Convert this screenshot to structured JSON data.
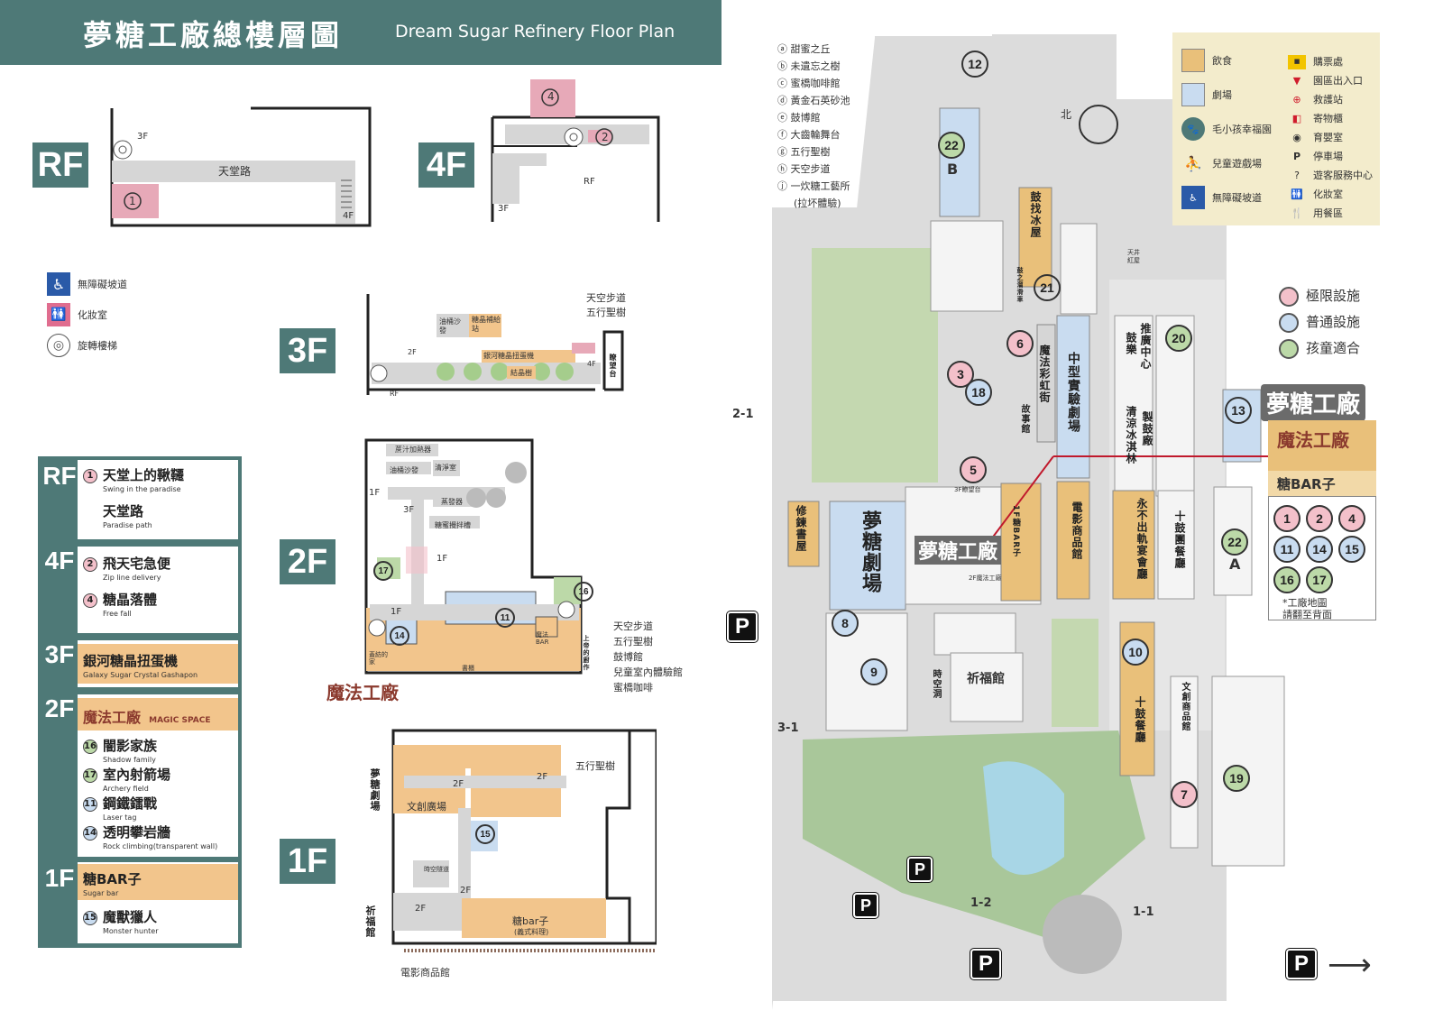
{
  "header": {
    "title_zh": "夢糖工廠總樓層圖",
    "title_en": "Dream Sugar Refinery Floor Plan"
  },
  "floors": {
    "rf": "RF",
    "f4": "4F",
    "f3": "3F",
    "f2": "2F",
    "f1": "1F"
  },
  "rf_plan": {
    "path_label": "天堂路",
    "up_3f": "3F",
    "down_4f": "4F",
    "num": "1"
  },
  "f4_plan": {
    "num_top": "4",
    "num_2": "2",
    "to_rf": "RF",
    "to_3f": "3F"
  },
  "f3_plan": {
    "oil_sofa": "油桶沙發",
    "candy_station": "糖晶補給站",
    "gashapon": "銀河糖晶扭蛋機",
    "crystal_tree": "結晶樹",
    "stair_2f": "2F",
    "stair_4f": "4F",
    "to_rf": "RF",
    "observation": "瞭望台",
    "sky_walk": "天空步道",
    "five_tree": "五行聖樹"
  },
  "f2_plan": {
    "juice_heater": "蔗汁加熱器",
    "oil_sofa": "油桶沙發",
    "cleaner": "清淨室",
    "evaporator": "蒸發器",
    "sugar_mixer": "糖蜜攪拌槽",
    "up_3f": "3F",
    "down_1f_a": "1F",
    "down_1f_b": "1F",
    "down_1f_c": "1F",
    "n17": "17",
    "n16": "16",
    "n11": "11",
    "n14": "14",
    "magic_bar": "魔法BAR",
    "climb_home": "蓋紡的家",
    "bookcase": "書櫃",
    "upper_mom": "上帝的廚作",
    "magic_factory": "魔法工廠",
    "right_labels": [
      "天空步道",
      "五行聖樹",
      "鼓博館",
      "兒童室內體驗館",
      "蜜橋咖啡"
    ]
  },
  "f1_plan": {
    "dream_theater": "夢糖劇場",
    "culture_square": "文創廣場",
    "up_2f_a": "2F",
    "up_2f_b": "2F",
    "up_2f_c": "2F",
    "up_2f_d": "2F",
    "n15": "15",
    "tunnel": "時空隧道",
    "sugar_bar": "糖bar子",
    "sugar_bar_sub": "(義式料理)",
    "five_tree": "五行聖樹",
    "prayer_hall": "祈福館",
    "movie_shop": "電影商品館"
  },
  "left_legend": [
    {
      "icon": "wheelchair-icon",
      "label": "無障礙坡道"
    },
    {
      "icon": "restroom-icon",
      "label": "化妝室"
    },
    {
      "icon": "spiral-stair-icon",
      "label": "旋轉樓梯"
    }
  ],
  "directory": {
    "rf": [
      {
        "num": "1",
        "zh": "天堂上的鞦韆",
        "en": "Swing in the paradise"
      },
      {
        "num": "",
        "zh": "天堂路",
        "en": "Paradise path"
      }
    ],
    "f4": [
      {
        "num": "2",
        "zh": "飛天宅急便",
        "en": "Zip line delivery"
      },
      {
        "num": "4",
        "zh": "糖晶落體",
        "en": "Free fall"
      }
    ],
    "f3": [
      {
        "zh": "銀河糖晶扭蛋機",
        "en": "Galaxy Sugar Crystal Gashapon"
      }
    ],
    "f2_header": "魔法工廠",
    "f2_header_en": "MAGIC SPACE",
    "f2": [
      {
        "num": "16",
        "zh": "闇影家族",
        "en": "Shadow family"
      },
      {
        "num": "17",
        "zh": "室內射箭場",
        "en": "Archery field"
      },
      {
        "num": "11",
        "zh": "鋼鐵鐳戰",
        "en": "Laser tag"
      },
      {
        "num": "14",
        "zh": "透明攀岩牆",
        "en": "Rock climbing(transparent wall)"
      }
    ],
    "f1": [
      {
        "zh": "糖BAR子",
        "en": "Sugar bar"
      },
      {
        "num": "15",
        "zh": "魔獸獵人",
        "en": "Monster hunter"
      }
    ]
  },
  "map": {
    "letter_legend": [
      "ⓐ 甜蜜之丘",
      "ⓑ 未遺忘之樹",
      "ⓒ 蜜橋咖啡館",
      "ⓓ 黃金石英砂池",
      "ⓔ 鼓博館",
      "ⓕ 大齒輪舞台",
      "ⓖ 五行聖樹",
      "ⓗ 天空步道",
      "ⓙ 一炊糖工藝所",
      "(拉坏體驗)"
    ],
    "icon_legend": [
      {
        "icon": "dining-icon",
        "label": "飲食"
      },
      {
        "icon": "theater-icon",
        "label": "劇場"
      },
      {
        "icon": "pet-icon",
        "label": "毛小孩幸福園"
      },
      {
        "icon": "playground-icon",
        "label": "兒童遊戲場"
      },
      {
        "icon": "wheelchair-icon",
        "label": "無障礙坡道"
      },
      {
        "icon": "ticket-icon",
        "label": "購票處"
      },
      {
        "icon": "entrance-icon",
        "label": "園區出入口"
      },
      {
        "icon": "first-aid-icon",
        "label": "救護站"
      },
      {
        "icon": "locker-icon",
        "label": "寄物櫃"
      },
      {
        "icon": "nursery-icon",
        "label": "育嬰室"
      },
      {
        "icon": "parking-icon",
        "label": "停車場"
      },
      {
        "icon": "info-icon",
        "label": "遊客服務中心"
      },
      {
        "icon": "restroom-icon",
        "label": "化妝室"
      },
      {
        "icon": "restaurant-icon",
        "label": "用餐區"
      }
    ],
    "north": "北",
    "facility_legend": [
      {
        "color": "#f3c0ca",
        "label": "極限設施"
      },
      {
        "color": "#c9dcf0",
        "label": "普通設施"
      },
      {
        "color": "#bcd9a8",
        "label": "孩童適合"
      }
    ],
    "factory_card": {
      "title": "夢糖工廠",
      "magic": "魔法工廠",
      "bar": "糖BAR子",
      "nums": [
        "1",
        "2",
        "4",
        "11",
        "14",
        "15",
        "16",
        "17"
      ],
      "note_1": "*工廠地圖",
      "note_2": "請翻至背面"
    },
    "buildings": {
      "drum_ice": "鼓找冰屋",
      "magic_street": "魔法彩虹街",
      "middle_theater": "中型實驗劇場",
      "reform_center": "推廣中心",
      "drum_film": "鼓樂",
      "ice_cream": "清涼冰淇林",
      "drum_factory": "製鼓廠",
      "movie_shop": "電影商品館",
      "eternal": "永不出軌宴會廳",
      "ten_drum": "十鼓團餐廳",
      "dream_theater": "夢糖劇場",
      "repair_shop": "修鍊書屋",
      "prayer": "祈福館",
      "time_tunnel": "時空洞",
      "ten_drum_rest": "十鼓餐廳",
      "culture_shop": "文創商品館",
      "drum_house": "故事館",
      "factory_label": "夢糖工廠",
      "sky_platform": "3F瞭望台",
      "magic_2f": "2F魔法工廠",
      "bar_1f": "1F糖BAR子",
      "red_warehouse": "天井紅屋",
      "chute_sign": "鼓之溜滑車"
    },
    "numbers": [
      "12",
      "22",
      "B",
      "21",
      "6",
      "3",
      "18",
      "5",
      "20",
      "13",
      "22",
      "A",
      "8",
      "9",
      "10",
      "7",
      "19"
    ],
    "gates": [
      "2-1",
      "3-1",
      "1-2",
      "1-1"
    ],
    "parking": [
      "P",
      "P",
      "P",
      "P",
      "P"
    ]
  }
}
